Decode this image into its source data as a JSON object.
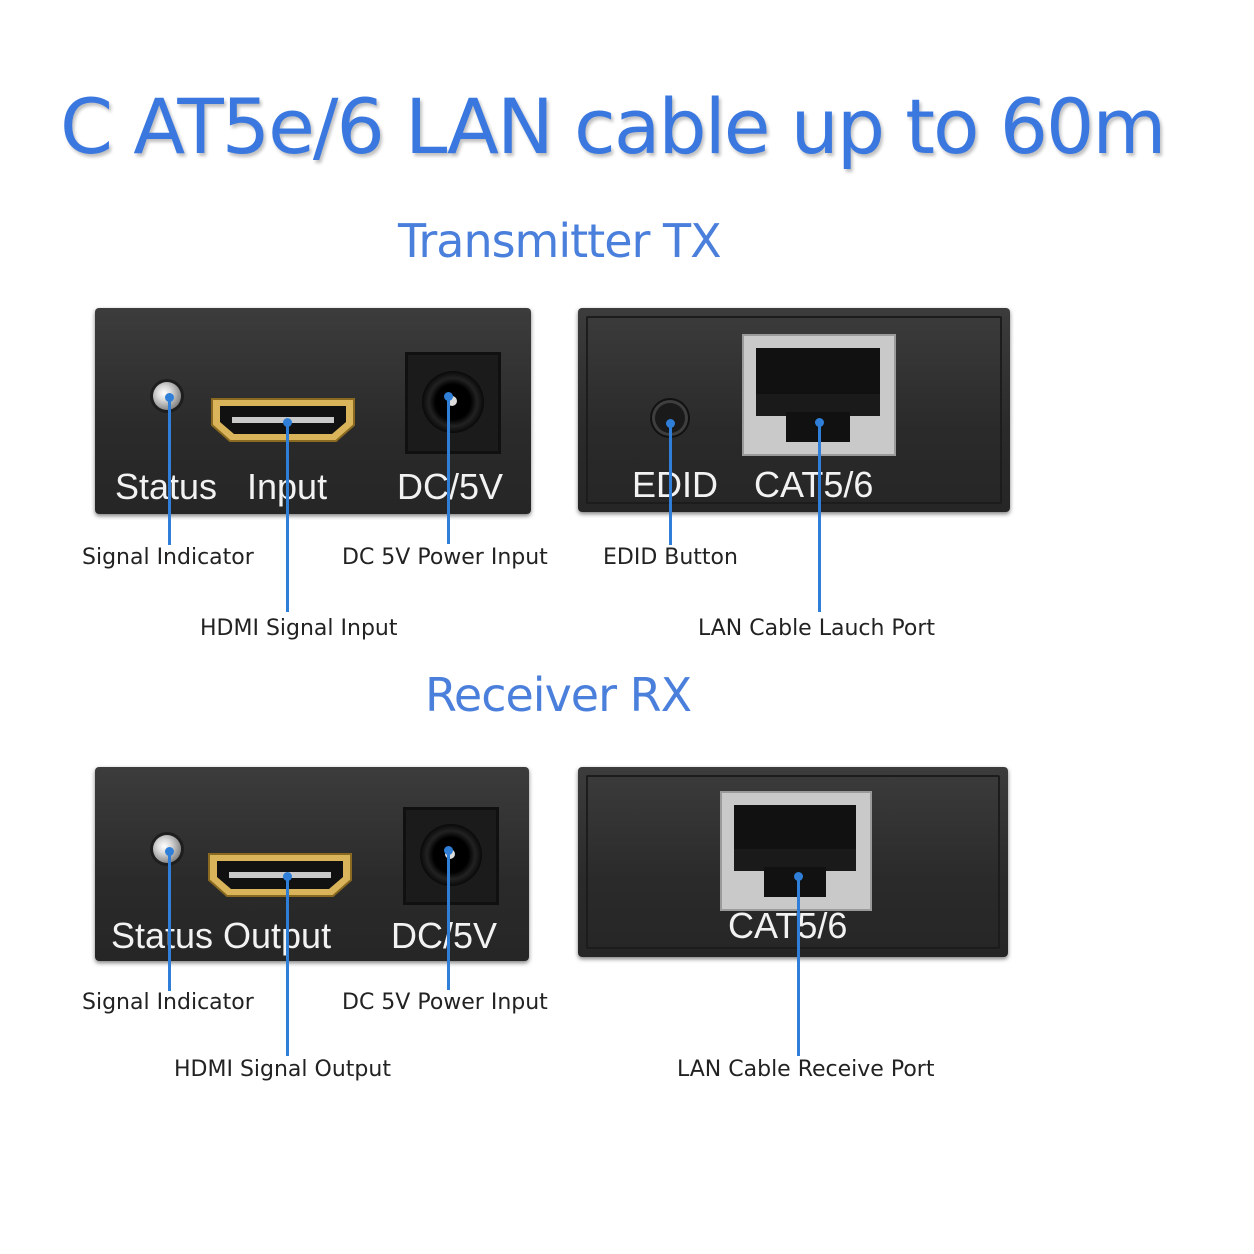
{
  "title": "C AT5e/6 LAN cable up to 60m",
  "transmitter": {
    "heading": "Transmitter TX",
    "panel_left": {
      "labels": {
        "status": "Status",
        "input": "Input",
        "dc": "DC/5V"
      }
    },
    "panel_right": {
      "labels": {
        "edid": "EDID",
        "cat": "CAT5/6"
      }
    },
    "callouts": {
      "signal_indicator": "Signal Indicator",
      "dc_power": "DC 5V Power Input",
      "edid_button": "EDID Button",
      "hdmi_input": "HDMI Signal Input",
      "lan_launch": "LAN Cable Lauch Port"
    }
  },
  "receiver": {
    "heading": "Receiver RX",
    "panel_left": {
      "labels": {
        "status": "Status",
        "output": "Output",
        "dc": "DC/5V"
      }
    },
    "panel_right": {
      "labels": {
        "cat": "CAT5/6"
      }
    },
    "callouts": {
      "signal_indicator": "Signal Indicator",
      "dc_power": "DC 5V Power Input",
      "hdmi_output": "HDMI Signal Output",
      "lan_receive": "LAN Cable Receive Port"
    }
  },
  "colors": {
    "title": "#3a78e0",
    "heading": "#4a7fdc",
    "callout_line": "#2f7fd8",
    "panel": "#2e2e2e"
  }
}
